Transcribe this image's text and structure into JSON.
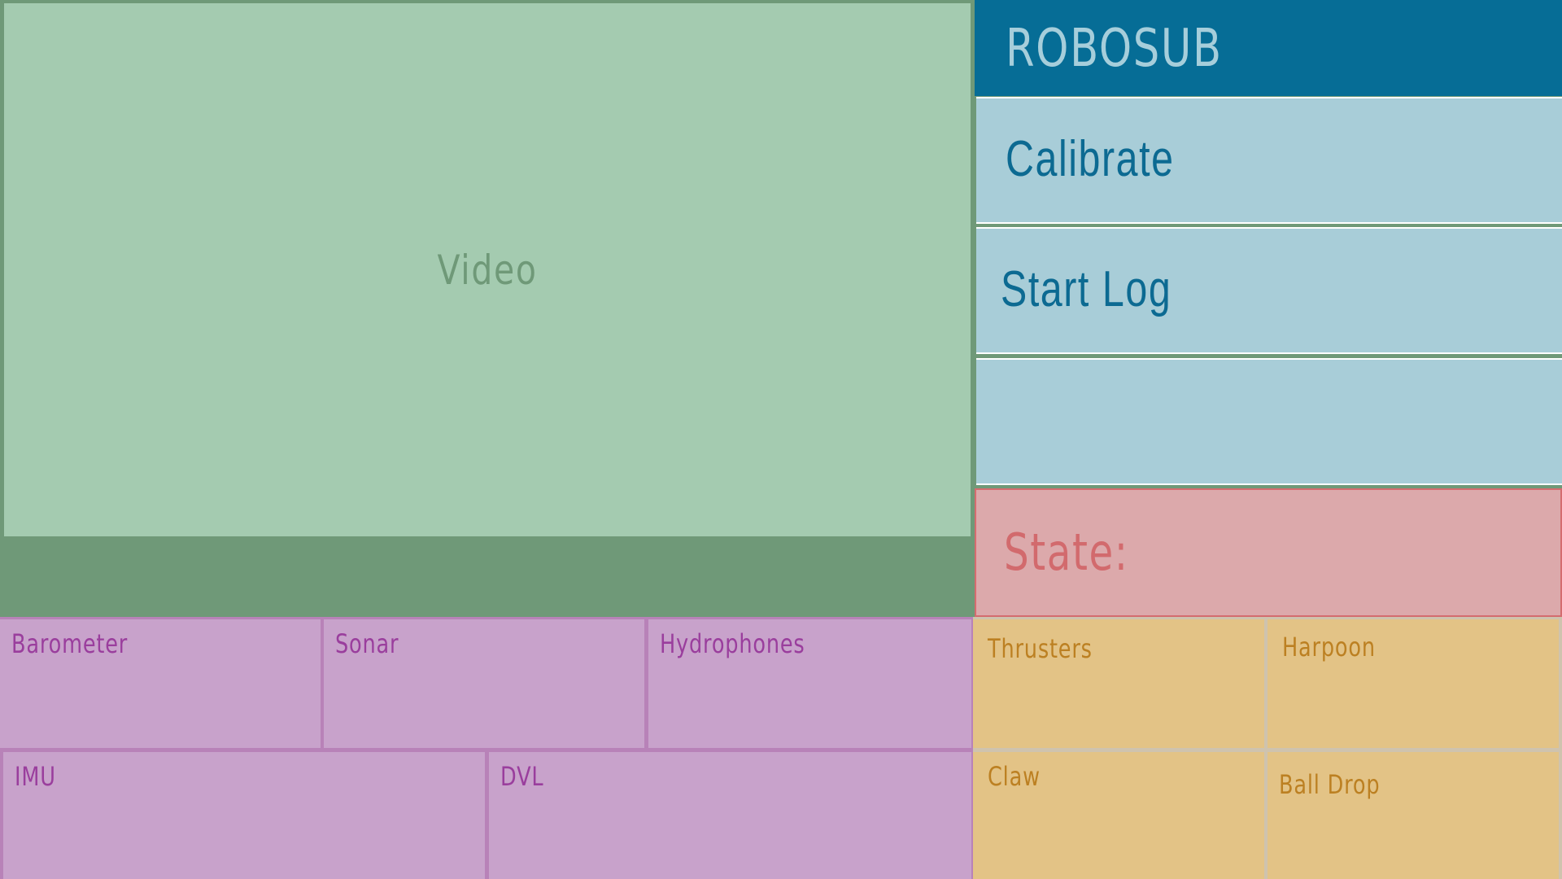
{
  "app": {
    "title": "ROBOSUB"
  },
  "video": {
    "label": "Video"
  },
  "controls": {
    "calibrate_label": "Calibrate",
    "start_log_label": "Start Log",
    "blank_label": ""
  },
  "state": {
    "label": "State:"
  },
  "sensors": {
    "barometer": "Barometer",
    "sonar": "Sonar",
    "hydrophones": "Hydrophones",
    "imu": "IMU",
    "dvl": "DVL"
  },
  "actuators": {
    "thrusters": "Thrusters",
    "harpoon": "Harpoon",
    "claw": "Claw",
    "ball_drop": "Ball Drop"
  },
  "colors": {
    "video_bg": "#a4cbb0",
    "frame_green": "#6f9978",
    "title_bar": "#066d96",
    "button_bg": "#a8cdd8",
    "state_bg": "#dca9ab",
    "state_border": "#d46c6f",
    "sensor_bg": "#c8a2cb",
    "sensor_text": "#9a3e9d",
    "actuator_bg": "#e3c386",
    "actuator_text": "#bc8022"
  }
}
